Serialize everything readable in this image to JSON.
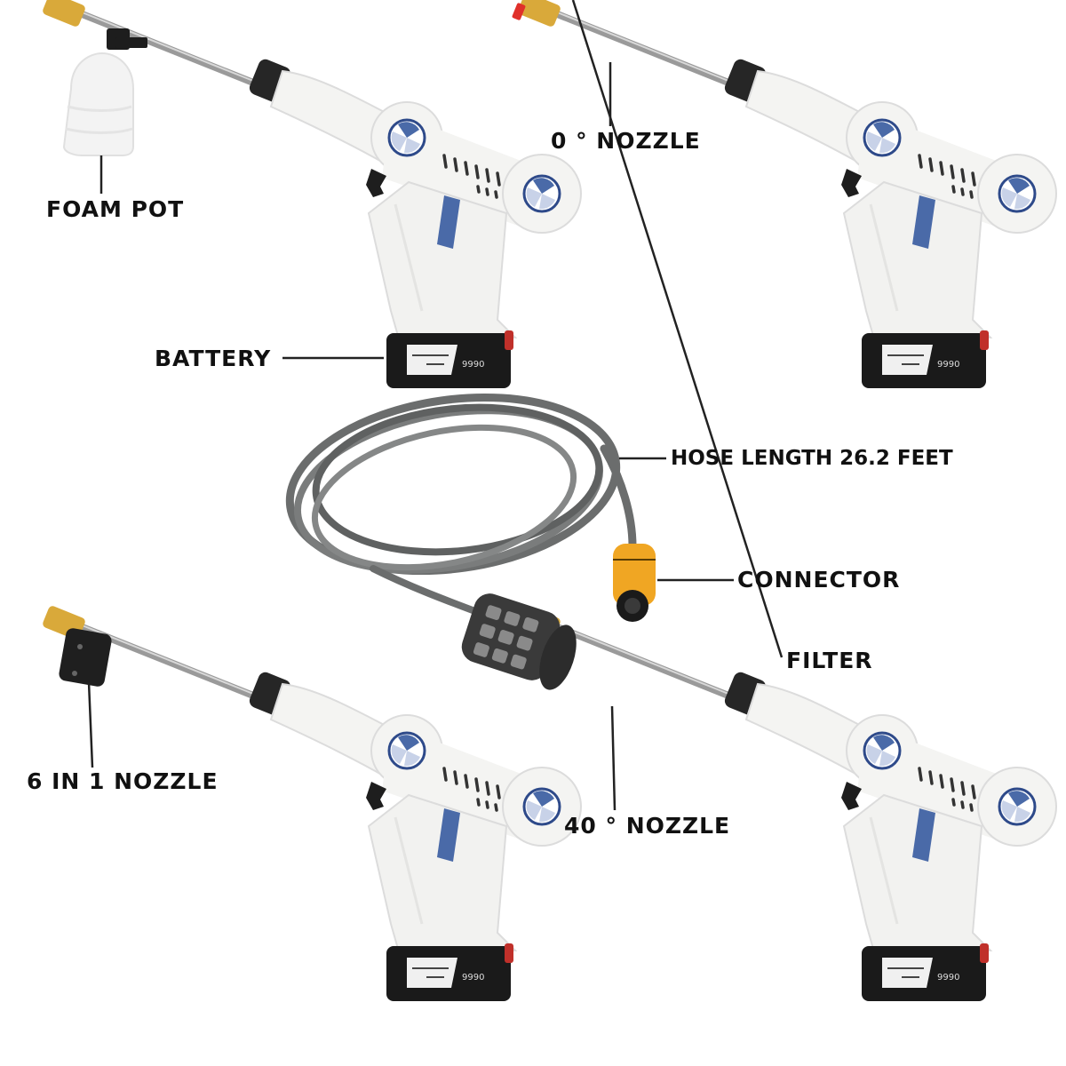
{
  "diagram": {
    "title": "",
    "colors": {
      "background": "#ffffff",
      "label_text": "#111111",
      "leader_line": "#222222",
      "gun_body": "#f4f4f2",
      "gun_accent_blue": "#4a6aa8",
      "battery": "#1a1a1a",
      "hose": "#6b6d6d",
      "connector_yellow": "#f0a623",
      "filter": "#2e2e2e",
      "brass": "#d9a93a",
      "red_tip": "#e0302a"
    },
    "labels": [
      {
        "id": "foam-pot",
        "text": "FOAM POT"
      },
      {
        "id": "zero-nozzle",
        "text": "0 ° NOZZLE"
      },
      {
        "id": "battery",
        "text": "BATTERY"
      },
      {
        "id": "hose-length",
        "text": "HOSE LENGTH  26.2 FEET"
      },
      {
        "id": "connector",
        "text": "CONNECTOR"
      },
      {
        "id": "filter",
        "text": "FILTER"
      },
      {
        "id": "six-in-one-nozzle",
        "text": "6 IN 1 NOZZLE"
      },
      {
        "id": "forty-nozzle",
        "text": "40 ° NOZZLE"
      }
    ],
    "components": [
      {
        "name": "Cordless pressure washer gun with foam pot",
        "position": "top-left"
      },
      {
        "name": "Cordless pressure washer gun with 0° nozzle",
        "position": "top-right"
      },
      {
        "name": "Hose with connector and filter",
        "position": "center"
      },
      {
        "name": "Cordless pressure washer gun with 6-in-1 nozzle",
        "position": "bottom-left"
      },
      {
        "name": "Cordless pressure washer gun with 40° nozzle",
        "position": "bottom-right"
      }
    ]
  }
}
